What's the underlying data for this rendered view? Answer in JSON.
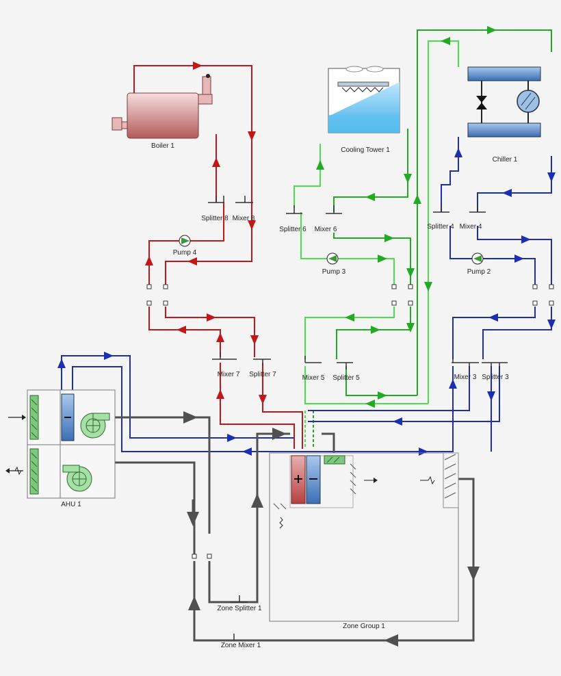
{
  "colors": {
    "background": "#f4f4f4",
    "hot_water": "#c01818",
    "hot_water_return": "#b01010",
    "chilled_water": "#1c2fb0",
    "condenser_water_supply": "#22aa22",
    "condenser_water_return": "#4be04b",
    "air_duct": "#505050"
  },
  "components": {
    "boiler": "Boiler 1",
    "cooling_tower": "Cooling Tower 1",
    "chiller": "Chiller 1",
    "ahu": "AHU 1",
    "zone_group": "Zone Group 1",
    "zone_splitter": "Zone Splitter 1",
    "zone_mixer": "Zone Mixer 1",
    "pump_hot": "Pump 4",
    "pump_condenser": "Pump 3",
    "pump_chilled": "Pump 2",
    "splitter_8": "Splitter 8",
    "mixer_8": "Mixer 8",
    "splitter_6": "Splitter 6",
    "mixer_6": "Mixer 6",
    "splitter_4": "Splitter 4",
    "mixer_4": "Mixer 4",
    "mixer_7": "Mixer 7",
    "splitter_7": "Splitter 7",
    "mixer_5": "Mixer 5",
    "splitter_5": "Splitter 5",
    "mixer_3": "Mixer 3",
    "splitter_3": "Splitter 3"
  },
  "icons": {
    "pump": "pump-icon",
    "fan": "fan-icon",
    "heating_coil": "heating-coil-icon",
    "cooling_coil": "cooling-coil-icon",
    "filter": "filter-icon",
    "valve": "expansion-valve-icon",
    "compressor": "compressor-icon"
  }
}
